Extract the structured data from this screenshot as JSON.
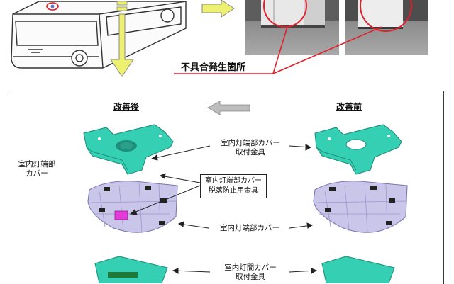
{
  "top": {
    "defect_label": "不具合発生箇所"
  },
  "diagram": {
    "after_label": "改善後",
    "before_label": "改善前",
    "left_part_label_line1": "室内灯端部",
    "left_part_label_line2": "カバー",
    "callouts": {
      "end_cover_bracket_line1": "室内灯端部カバー",
      "end_cover_bracket_line2": "取付金具",
      "anti_drop_line1": "室内灯端部カバー",
      "anti_drop_line2": "脱落防止用金具",
      "end_cover": "室内灯端部カバー",
      "middle_cover_bracket_line1": "室内灯間カバー",
      "middle_cover_bracket_line2": "取付金具"
    }
  },
  "colors": {
    "bracket": "#35d0b4",
    "bracket_dark": "#1f8f7c",
    "cover": "#c9c6ea",
    "cover_edge": "#7b77b3",
    "anti_drop": "#e43ad9",
    "arrow_yellow": "#eef070",
    "highlight_red": "#e0202a",
    "panel_border": "#3a3a3a"
  },
  "icons": [
    "bus-illustration",
    "down-arrow-icon",
    "right-arrow-icon",
    "left-arrow-icon"
  ]
}
